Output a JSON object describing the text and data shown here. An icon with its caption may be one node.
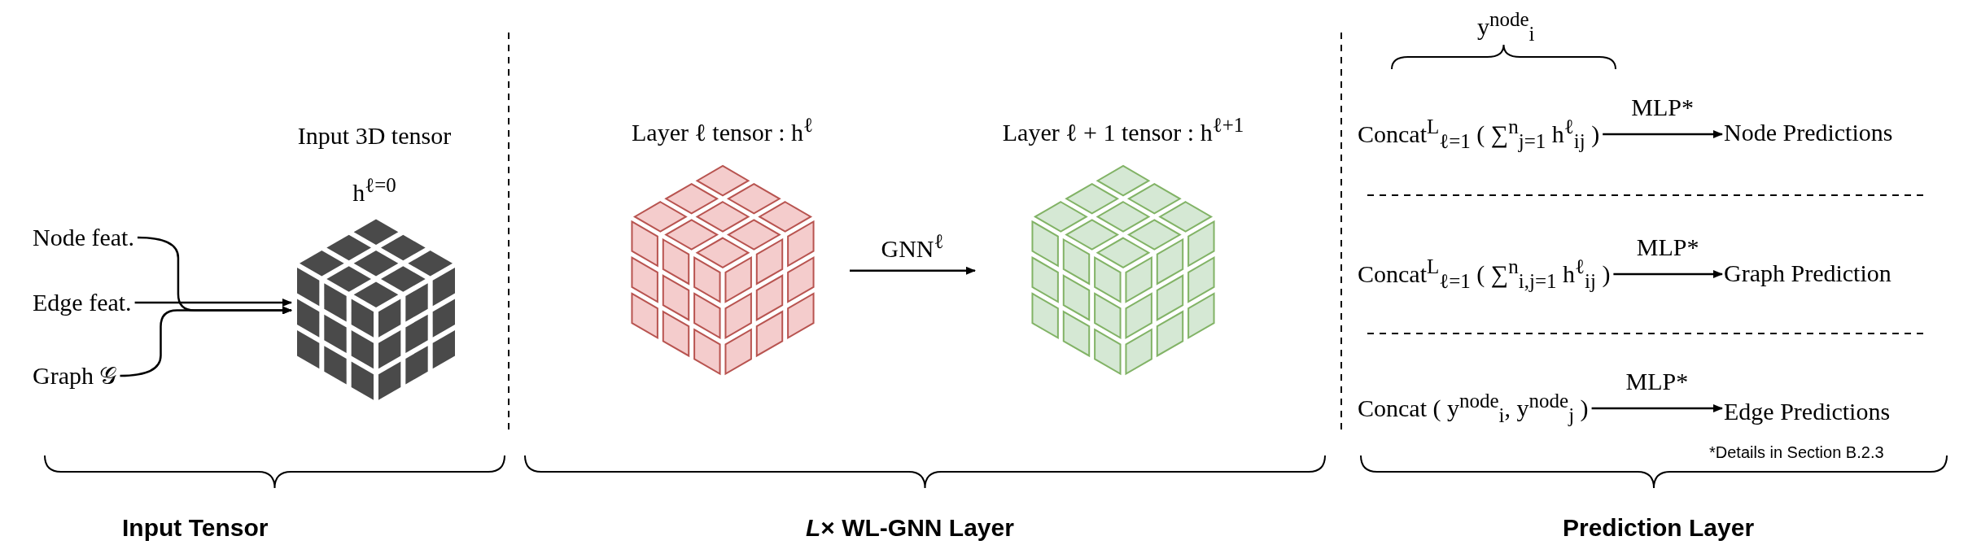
{
  "diagram": {
    "nodes": [
      {
        "text": [
          "Node feat."
        ]
      },
      {
        "text": [
          "Edge feat."
        ]
      },
      {
        "text": [
          "Graph 𝒢"
        ]
      },
      {
        "text": [
          "Input 3D tensor",
          "h$^{ℓ=0}$"
        ]
      },
      {
        "text": [
          "Layer ℓ tensor : h$^{ℓ}$"
        ]
      },
      {
        "text": [
          "Layer ℓ + 1 tensor : h$^{ℓ+1}$"
        ]
      },
      {
        "text": [
          "Concat$^{L}$$_{ℓ=1}$ ( ∑$^{n}$$_{j=1}$ h$^{ℓ}$$_{ij}$ )"
        ],
        "beside": [
          "y$^{node}$$_{i}$"
        ]
      },
      {
        "text": [
          "Node Predictions"
        ]
      },
      {
        "text": [
          "Concat$^{L}$$_{ℓ=1}$ ( ∑$^{n}$$_{i,j=1}$ h$^{ℓ}$$_{ij}$ )"
        ]
      },
      {
        "text": [
          "Graph Prediction"
        ]
      },
      {
        "text": [
          "Concat ( y$^{node}$$_{i}$, y$^{node}$$_{j}$ )"
        ]
      },
      {
        "text": [
          "Edge Predictions"
        ]
      }
    ],
    "edges": [
      {
        "from": 0,
        "to": 3,
        "arrow": "to"
      },
      {
        "from": 1,
        "to": 3,
        "arrow": "to"
      },
      {
        "from": 2,
        "to": 3,
        "arrow": "to"
      },
      {
        "from": 4,
        "to": 5,
        "arrow": "to",
        "label": "GNN$^{ℓ}$"
      },
      {
        "from": 6,
        "to": 7,
        "arrow": "to",
        "label": "MLP*"
      },
      {
        "from": 8,
        "to": 9,
        "arrow": "to",
        "label": "MLP*"
      },
      {
        "from": 10,
        "to": 11,
        "arrow": "to",
        "label": "MLP*"
      }
    ],
    "labels": [
      "*Details in Section B.2.3",
      "Input Tensor",
      "*L*× WL-GNN Layer",
      "Prediction Layer"
    ]
  }
}
